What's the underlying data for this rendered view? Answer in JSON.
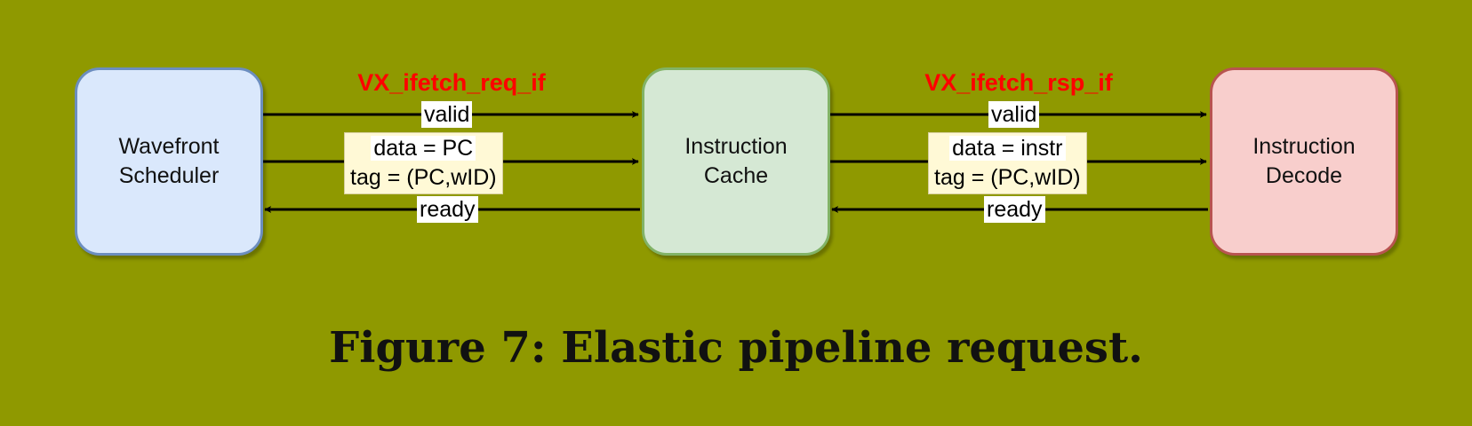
{
  "blocks": {
    "wavefront": "Wavefront\nScheduler",
    "cache": "Instruction\nCache",
    "decode": "Instruction\nDecode"
  },
  "interfaces": {
    "request": {
      "name": "VX_ifetch_req_if",
      "valid": "valid",
      "data": "data = PC",
      "tag": "tag = (PC,wID)",
      "ready": "ready"
    },
    "response": {
      "name": "VX_ifetch_rsp_if",
      "valid": "valid",
      "data": "data = instr",
      "tag": "tag = (PC,wID)",
      "ready": "ready"
    }
  },
  "caption": "Figure 7: Elastic pipeline request.",
  "colors": {
    "background": "#8f9900",
    "interface_label": "#ff0000",
    "wavefront_fill": "#dae8fc",
    "cache_fill": "#d5e8d4",
    "decode_fill": "#f8cecc"
  }
}
